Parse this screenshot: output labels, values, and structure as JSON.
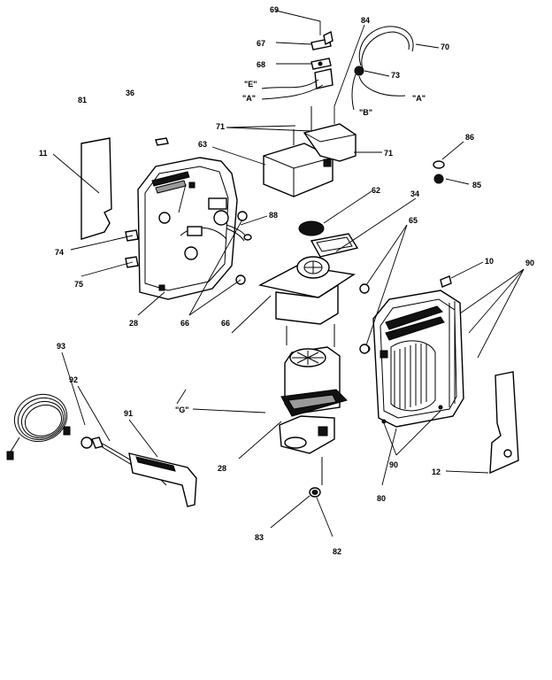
{
  "callouts": {
    "c69": "69",
    "c84": "84",
    "c67": "67",
    "c68": "68",
    "c70": "70",
    "c73": "73",
    "cE": "\"E\"",
    "cA1": "\"A\"",
    "cB": "\"B\"",
    "cA2": "\"A\"",
    "c81": "81",
    "c36": "36",
    "c71a": "71",
    "c71b": "71",
    "c63": "63",
    "c86": "86",
    "c85": "85",
    "c11": "11",
    "c62": "62",
    "c34": "34",
    "c88": "88",
    "c74": "74",
    "c65": "65",
    "c10": "10",
    "c90a": "90",
    "c75": "75",
    "c28a": "28",
    "c66a": "66",
    "c66b": "66",
    "c93": "93",
    "c92": "92",
    "c91": "91",
    "cG": "\"G\"",
    "c28b": "28",
    "c90b": "90",
    "c12": "12",
    "c80": "80",
    "c83": "83",
    "c82": "82"
  }
}
